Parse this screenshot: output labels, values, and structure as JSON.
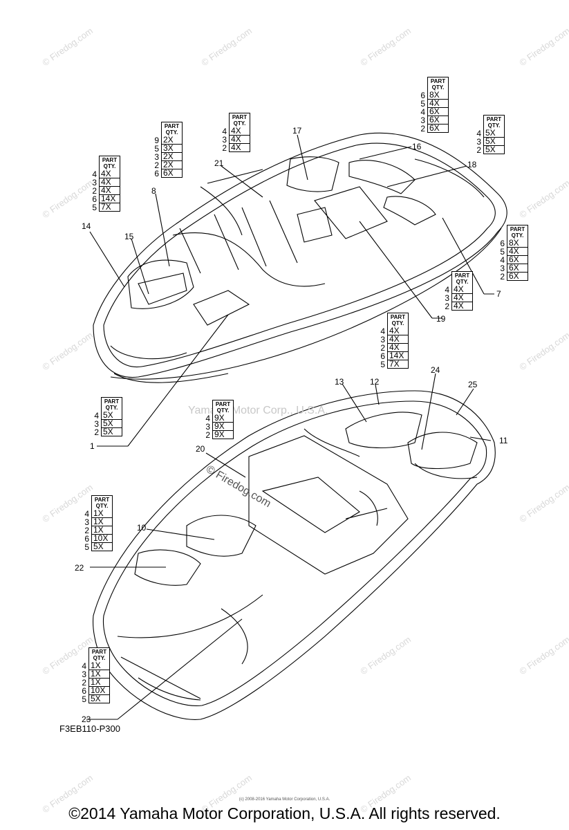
{
  "drawing_code": "F3EB110-P300",
  "copyright": "©2014 Yamaha Motor Corporation, U.S.A. All rights reserved.",
  "fine_print": "(c) 2008-2016 Yamaha Motor Corporation, U.S.A.",
  "watermark_corp": "Yamaha Motor Corp., U.S.A.",
  "watermark_site": "© Firedog.com",
  "watermark_tile": "© Firedog.com",
  "qty_header": [
    "PART",
    "QTY."
  ],
  "callouts": [
    {
      "id": "c1",
      "label": "1"
    },
    {
      "id": "c7",
      "label": "7"
    },
    {
      "id": "c8",
      "label": "8"
    },
    {
      "id": "c10",
      "label": "10"
    },
    {
      "id": "c11",
      "label": "11"
    },
    {
      "id": "c12",
      "label": "12"
    },
    {
      "id": "c13",
      "label": "13"
    },
    {
      "id": "c14",
      "label": "14"
    },
    {
      "id": "c15",
      "label": "15"
    },
    {
      "id": "c16",
      "label": "16"
    },
    {
      "id": "c17",
      "label": "17"
    },
    {
      "id": "c18",
      "label": "18"
    },
    {
      "id": "c19",
      "label": "19"
    },
    {
      "id": "c20",
      "label": "20"
    },
    {
      "id": "c21",
      "label": "21"
    },
    {
      "id": "c22",
      "label": "22"
    },
    {
      "id": "c23",
      "label": "23"
    },
    {
      "id": "c24",
      "label": "24"
    },
    {
      "id": "c25",
      "label": "25"
    }
  ],
  "qty_tables": [
    {
      "id": "t14",
      "rows": [
        [
          "4",
          "4X"
        ],
        [
          "3",
          "4X"
        ],
        [
          "2",
          "4X"
        ],
        [
          "6",
          "14X"
        ],
        [
          "5",
          "7X"
        ]
      ]
    },
    {
      "id": "t8",
      "rows": [
        [
          "9",
          "2X"
        ],
        [
          "5",
          "3X"
        ],
        [
          "3",
          "2X"
        ],
        [
          "2",
          "2X"
        ],
        [
          "6",
          "6X"
        ]
      ]
    },
    {
      "id": "t21",
      "rows": [
        [
          "4",
          "4X"
        ],
        [
          "3",
          "4X"
        ],
        [
          "2",
          "4X"
        ]
      ]
    },
    {
      "id": "t16",
      "rows": [
        [
          "6",
          "8X"
        ],
        [
          "5",
          "4X"
        ],
        [
          "4",
          "6X"
        ],
        [
          "3",
          "6X"
        ],
        [
          "2",
          "6X"
        ]
      ]
    },
    {
      "id": "t18",
      "rows": [
        [
          "4",
          "5X"
        ],
        [
          "3",
          "5X"
        ],
        [
          "2",
          "5X"
        ]
      ]
    },
    {
      "id": "t7",
      "rows": [
        [
          "6",
          "8X"
        ],
        [
          "5",
          "4X"
        ],
        [
          "4",
          "6X"
        ],
        [
          "3",
          "6X"
        ],
        [
          "2",
          "6X"
        ]
      ]
    },
    {
      "id": "t19",
      "rows": [
        [
          "4",
          "4X"
        ],
        [
          "3",
          "4X"
        ],
        [
          "2",
          "4X"
        ]
      ]
    },
    {
      "id": "t12",
      "rows": [
        [
          "4",
          "4X"
        ],
        [
          "3",
          "4X"
        ],
        [
          "2",
          "4X"
        ],
        [
          "6",
          "14X"
        ],
        [
          "5",
          "7X"
        ]
      ]
    },
    {
      "id": "t1",
      "rows": [
        [
          "4",
          "5X"
        ],
        [
          "3",
          "5X"
        ],
        [
          "2",
          "5X"
        ]
      ]
    },
    {
      "id": "t20",
      "rows": [
        [
          "4",
          "9X"
        ],
        [
          "3",
          "9X"
        ],
        [
          "2",
          "9X"
        ]
      ]
    },
    {
      "id": "t22",
      "rows": [
        [
          "4",
          "1X"
        ],
        [
          "3",
          "1X"
        ],
        [
          "2",
          "1X"
        ],
        [
          "6",
          "10X"
        ],
        [
          "5",
          "5X"
        ]
      ]
    },
    {
      "id": "t23",
      "rows": [
        [
          "4",
          "1X"
        ],
        [
          "3",
          "1X"
        ],
        [
          "2",
          "1X"
        ],
        [
          "6",
          "10X"
        ],
        [
          "5",
          "5X"
        ]
      ]
    }
  ]
}
